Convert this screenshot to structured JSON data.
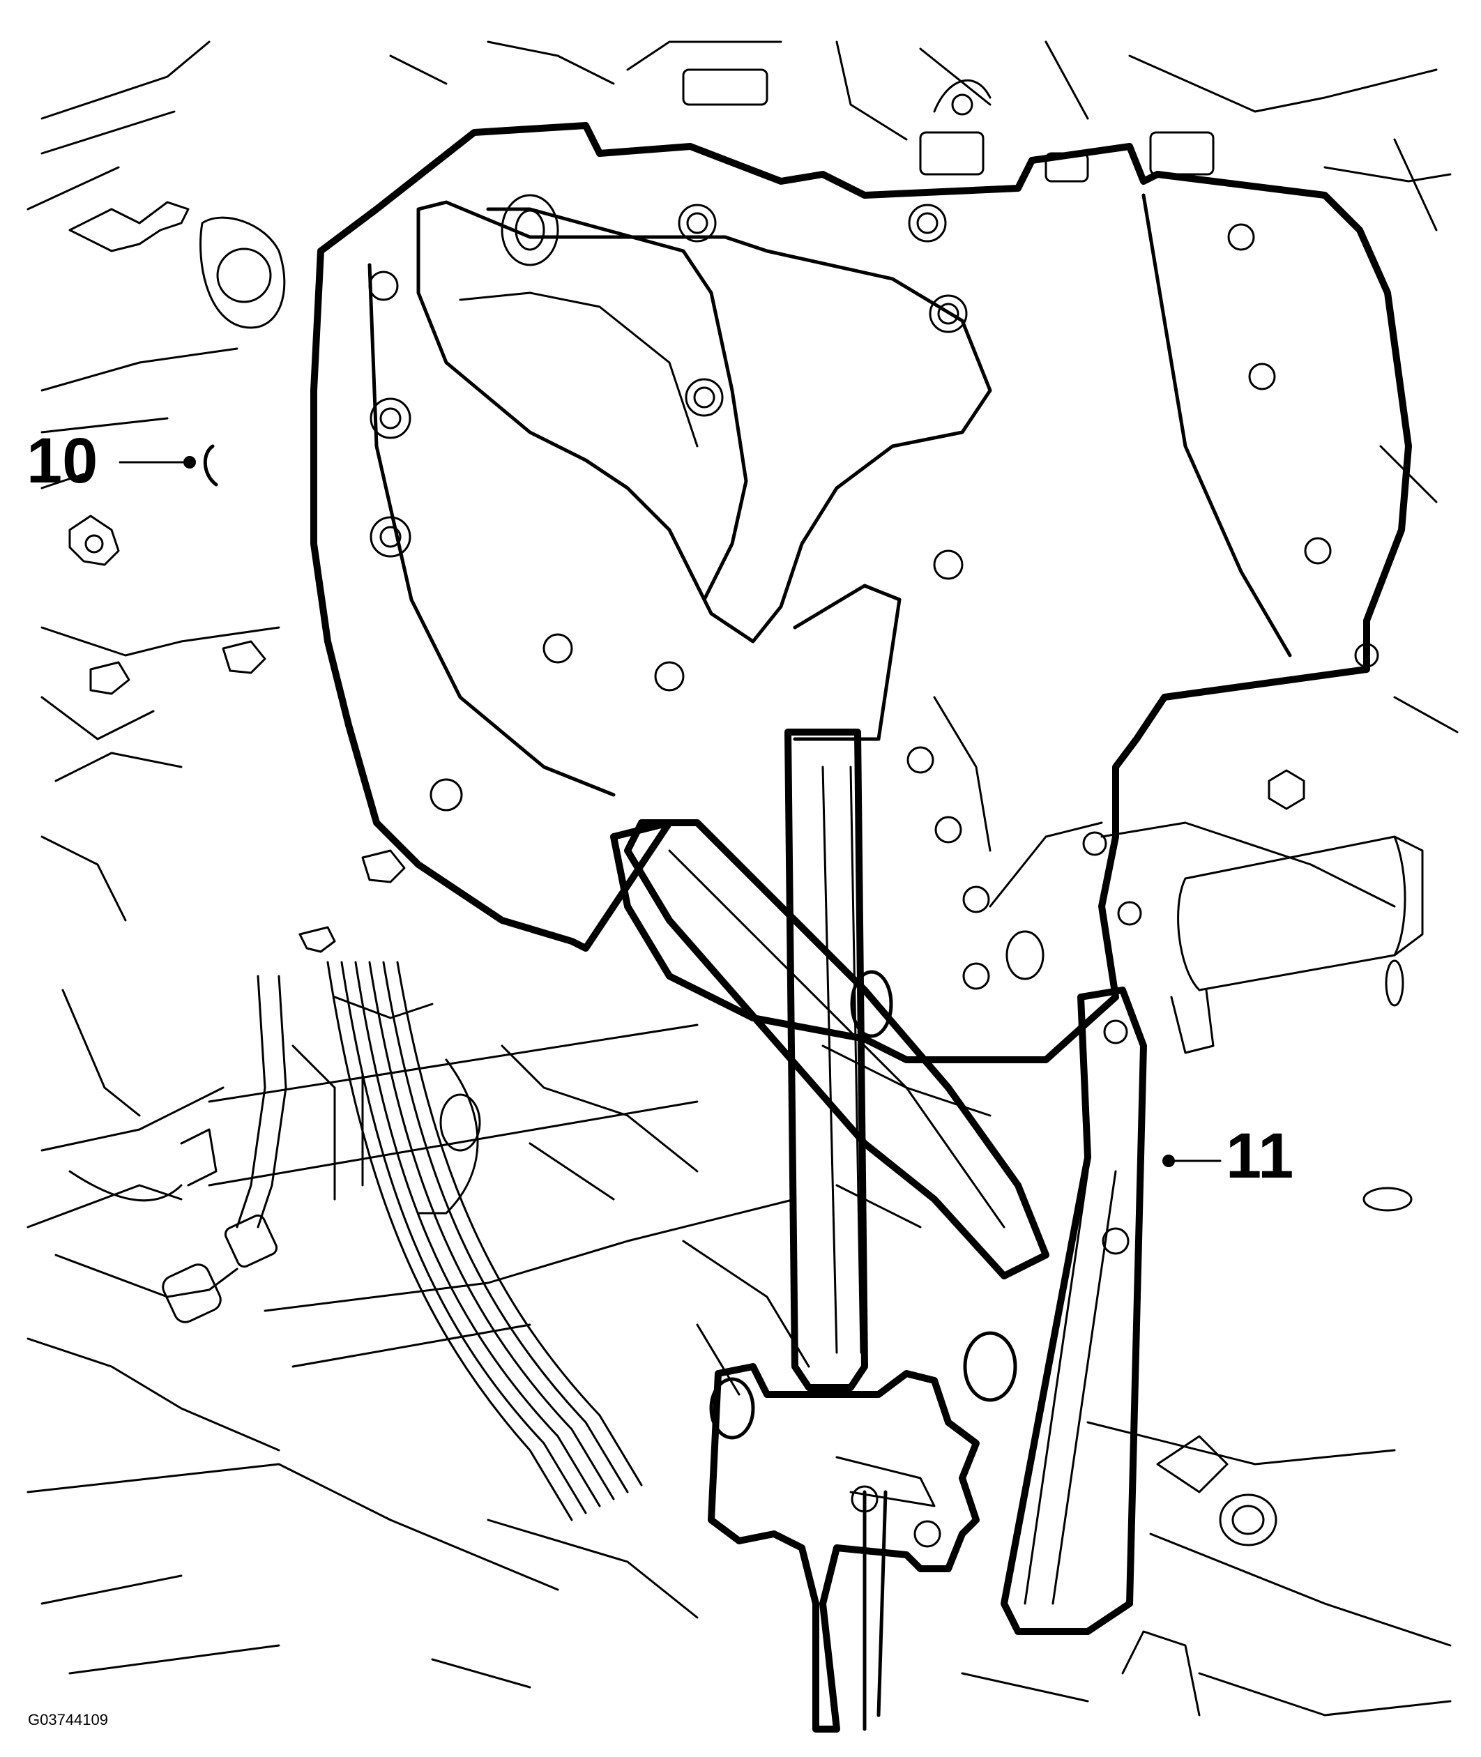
{
  "callouts": [
    {
      "number": "10"
    },
    {
      "number": "11"
    }
  ],
  "figure_id": "G03744109",
  "colors": {
    "line": "#000000",
    "background": "#ffffff"
  }
}
